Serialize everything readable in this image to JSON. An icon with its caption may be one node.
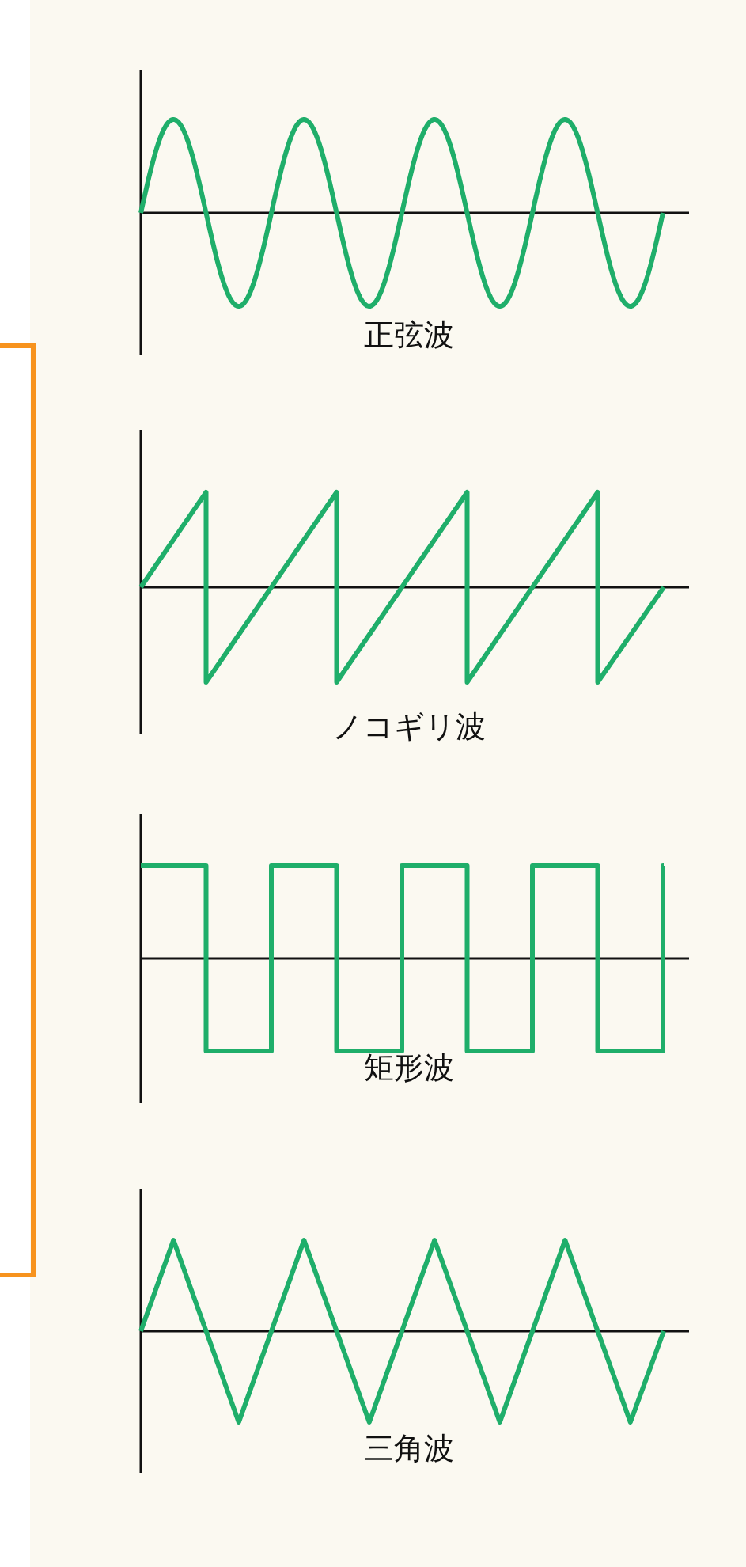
{
  "diagram": {
    "labels": [
      "正弦波",
      "ノコギリ波",
      "矩形波",
      "三角波"
    ]
  }
}
